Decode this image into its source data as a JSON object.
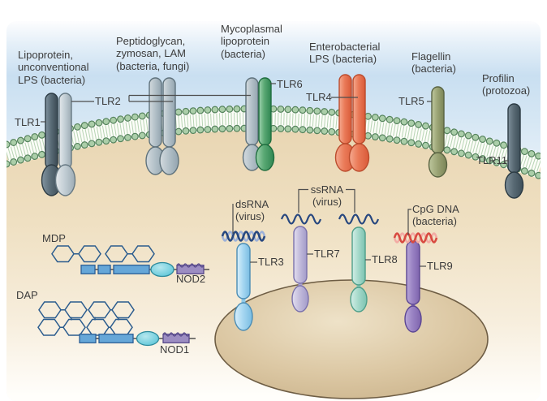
{
  "figure_type": "immunology-diagram",
  "labels": {
    "lipoprotein": "Lipoprotein,\nunconventional\nLPS (bacteria)",
    "peptidoglycan": "Peptidoglycan,\nzymosan, LAM\n(bacteria, fungi)",
    "mycoplasmal": "Mycoplasmal\nlipoprotein\n(bacteria)",
    "enterobacterial": "Enterobacterial\nLPS (bacteria)",
    "flagellin": "Flagellin\n(bacteria)",
    "profilin": "Profilin\n(protozoa)",
    "tlr1": "TLR1",
    "tlr2": "TLR2",
    "tlr4": "TLR4",
    "tlr5": "TLR5",
    "tlr6": "TLR6",
    "tlr11": "TLR11",
    "dsrna": "dsRNA\n(virus)",
    "ssrna": "ssRNA\n(virus)",
    "cpg_dna": "CpG DNA\n(bacteria)",
    "tlr3": "TLR3",
    "tlr7": "TLR7",
    "tlr8": "TLR8",
    "tlr9": "TLR9",
    "mdp": "MDP",
    "nod2": "NOD2",
    "dap": "DAP",
    "nod1": "NOD1"
  },
  "colors": {
    "sky_blue": "#c9dff1",
    "cytoplasm_tan": "#ecd9b8",
    "membrane_green": "#a9cda7",
    "tlr1_dark": "#46575f",
    "tlr2_gray": "#aab7c0",
    "tlr6_green": "#47985f",
    "tlr4_red": "#e8785a",
    "tlr5_olive": "#97a170",
    "tlr11_slate": "#4e5f6a",
    "tlr3_blue": "#a4d7f1",
    "tlr7_lavender": "#c3bcdc",
    "tlr8_teal": "#a9dccf",
    "tlr9_purple": "#9379bd",
    "endosome_tan": "#d8c29c",
    "rna_blue": "#27477f",
    "cpg_red": "#d84a40",
    "nod_domain_blue": "#66a7d8",
    "nod_domain_cyan": "#55c3d6",
    "nod_domain_purple": "#9c8dc2",
    "hexagon_outline": "#2b5c8e"
  }
}
